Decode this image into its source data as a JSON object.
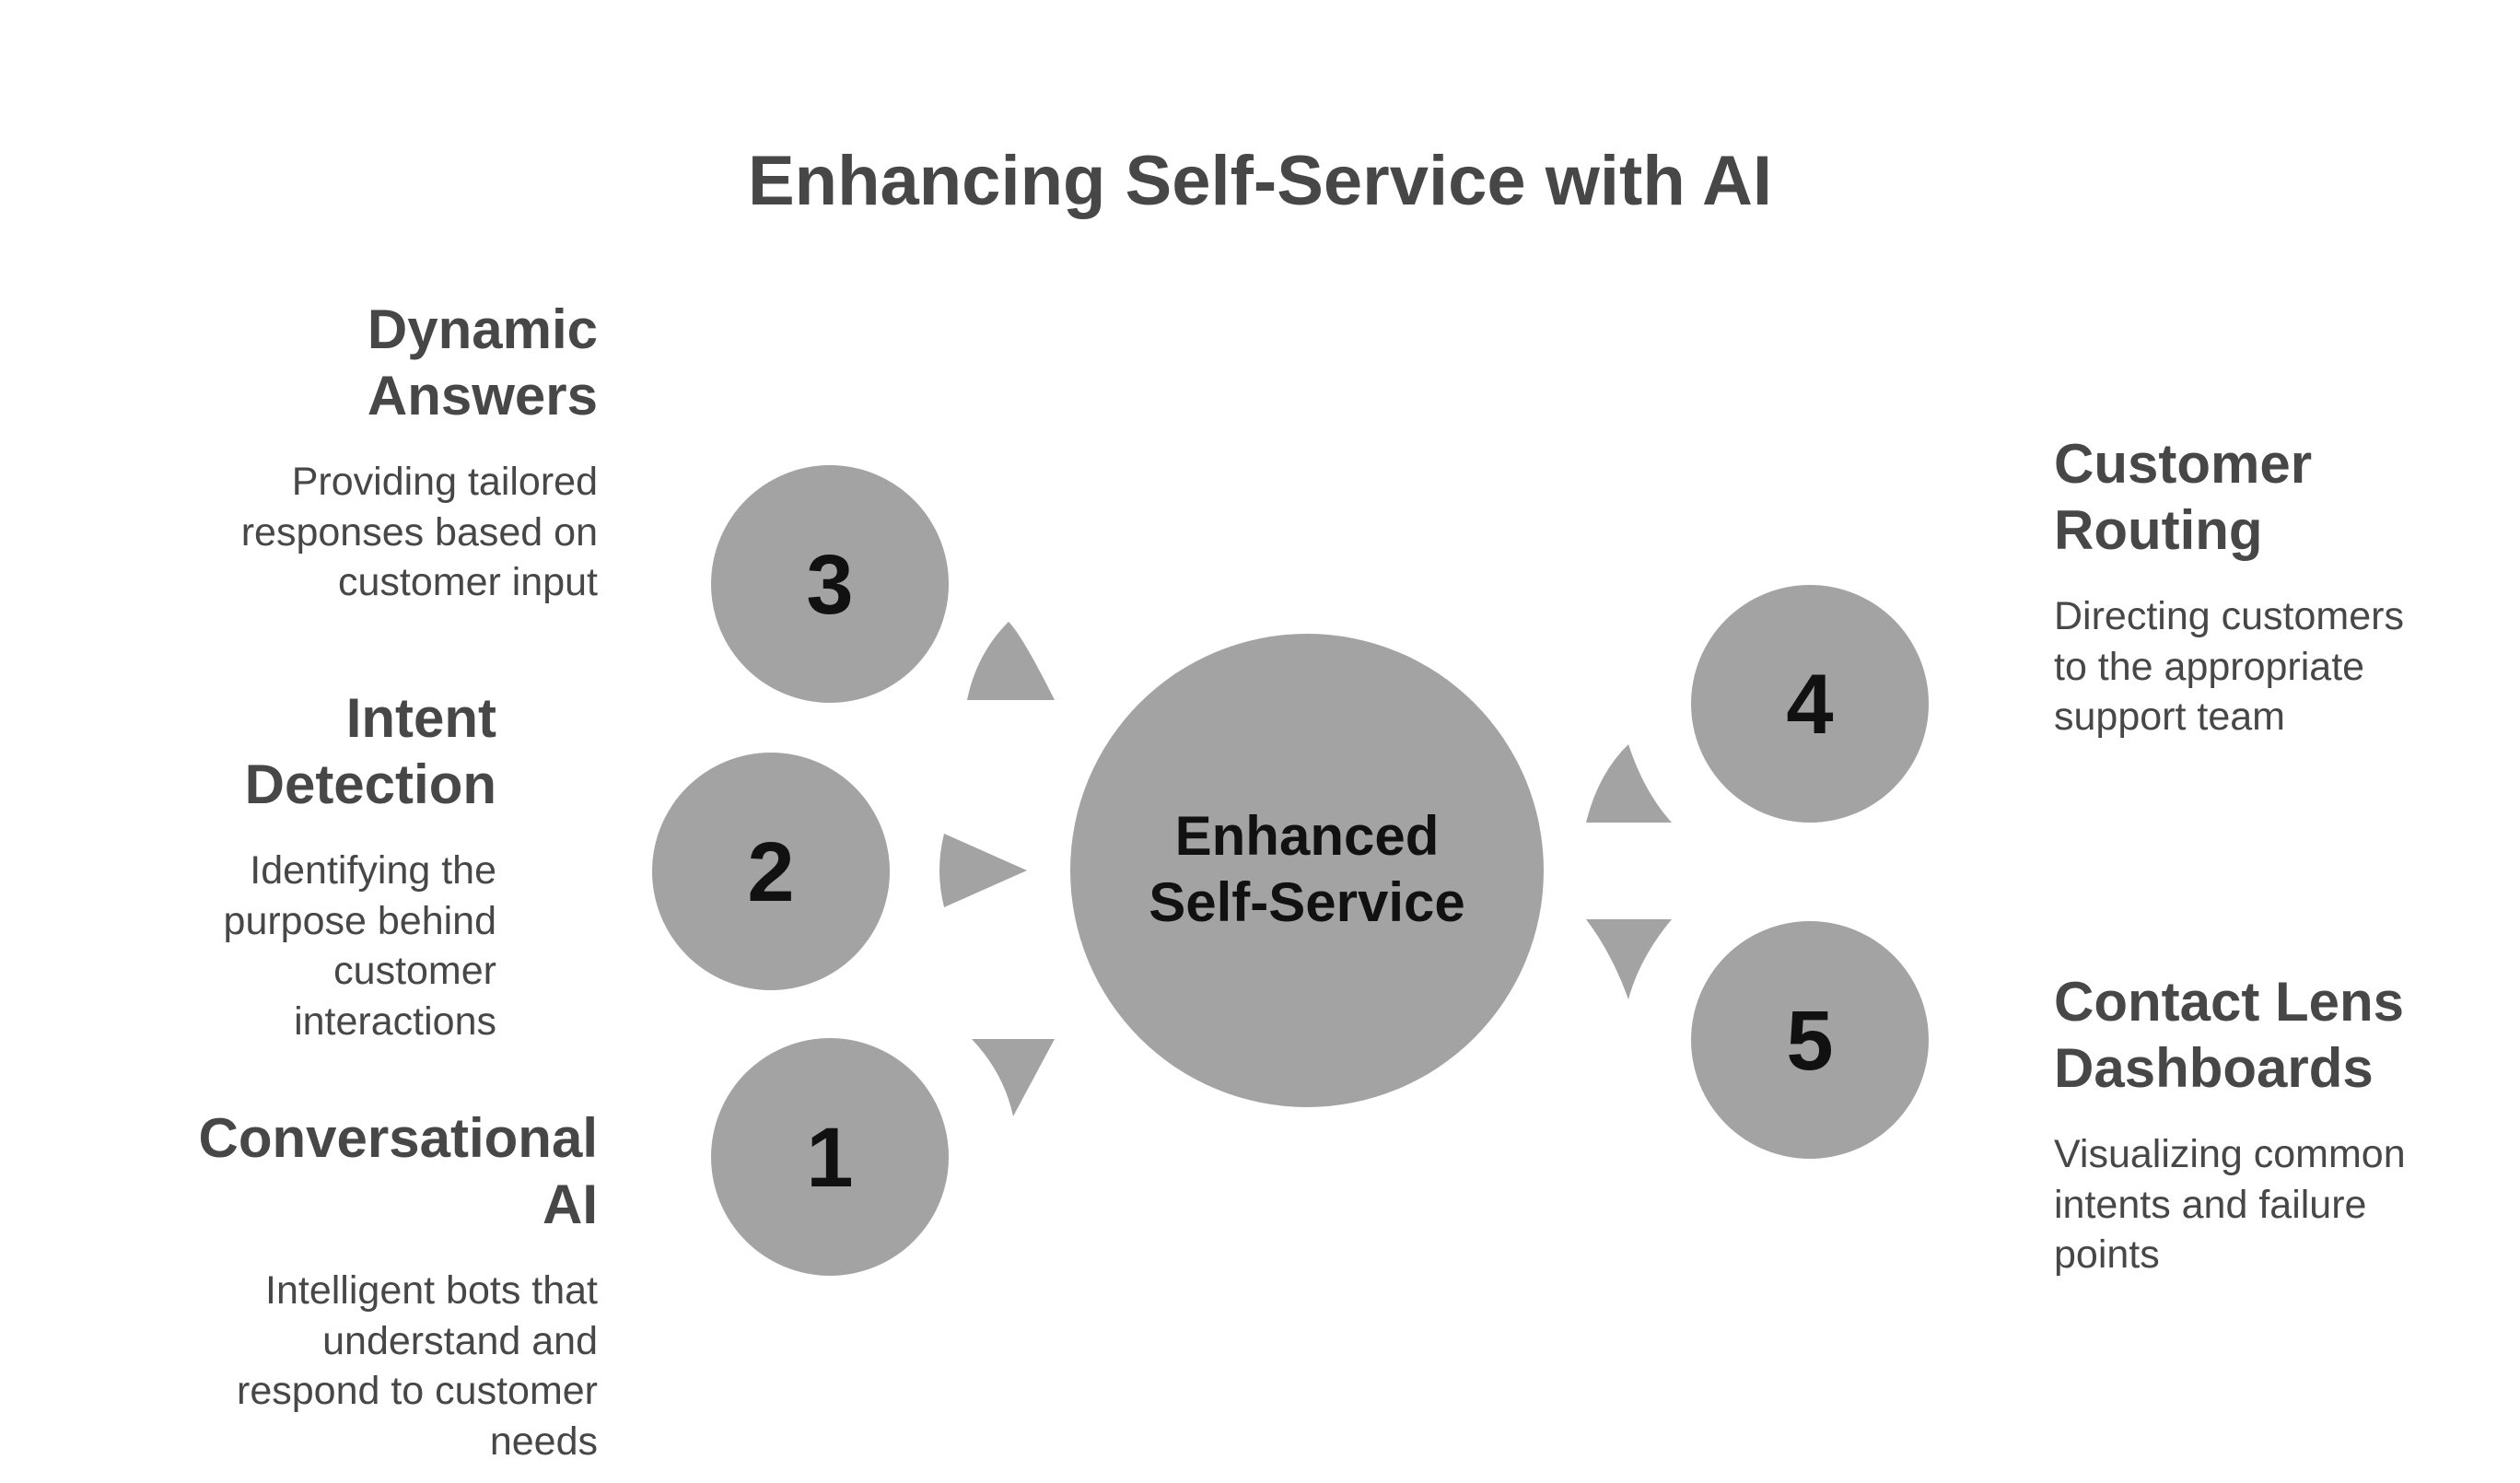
{
  "title": "Enhancing Self-Service with AI",
  "center": {
    "line1": "Enhanced",
    "line2": "Self-Service"
  },
  "items": [
    {
      "number": "1",
      "heading_lines": [
        "Conversational",
        "AI"
      ],
      "description_lines": [
        "Intelligent bots that",
        "understand and",
        "respond to customer",
        "needs"
      ]
    },
    {
      "number": "2",
      "heading_lines": [
        "Intent",
        "Detection"
      ],
      "description_lines": [
        "Identifying the",
        "purpose behind",
        "customer",
        "interactions"
      ]
    },
    {
      "number": "3",
      "heading_lines": [
        "Dynamic",
        "Answers"
      ],
      "description_lines": [
        "Providing tailored",
        "responses based on",
        "customer input"
      ]
    },
    {
      "number": "4",
      "heading_lines": [
        "Customer",
        "Routing"
      ],
      "description_lines": [
        "Directing customers",
        "to the appropriate",
        "support team"
      ]
    },
    {
      "number": "5",
      "heading_lines": [
        "Contact Lens",
        "Dashboards"
      ],
      "description_lines": [
        "Visualizing common",
        "intents and failure",
        "points"
      ]
    }
  ],
  "colors": {
    "circle": "#a3a3a3",
    "text": "#474747",
    "number": "#111111",
    "background": "#ffffff"
  }
}
